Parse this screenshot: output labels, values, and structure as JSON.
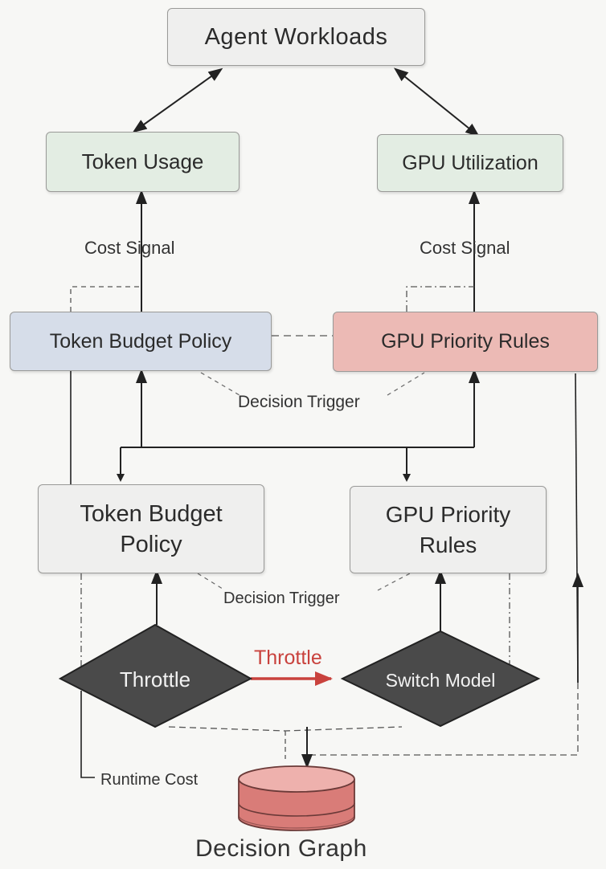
{
  "nodes": {
    "agent_workloads": "Agent Workloads",
    "token_usage": "Token Usage",
    "gpu_utilization": "GPU Utilization",
    "token_budget_policy_top": "Token Budget Policy",
    "gpu_priority_rules_top": "GPU Priority Rules",
    "token_budget_policy_bottom": "Token Budget Policy",
    "gpu_priority_rules_bottom": "GPU Priority Rules",
    "throttle": "Throttle",
    "switch_model": "Switch Model",
    "decision_graph": "Decision Graph"
  },
  "edge_labels": {
    "cost_signal_left": "Cost Signal",
    "cost_signal_right": "Cost Signal",
    "decision_trigger_top": "Decision Trigger",
    "decision_trigger_bottom": "Decision Trigger",
    "throttle_arrow": "Throttle",
    "runtime_cost": "Runtime Cost"
  },
  "colors": {
    "neutral_box": "#efefee",
    "green_box": "#e3ede3",
    "blue_box": "#d6dde9",
    "red_box": "#ecbab5",
    "diamond": "#4a4a4a",
    "throttle_accent": "#c9423d",
    "database": "#d97c78"
  }
}
